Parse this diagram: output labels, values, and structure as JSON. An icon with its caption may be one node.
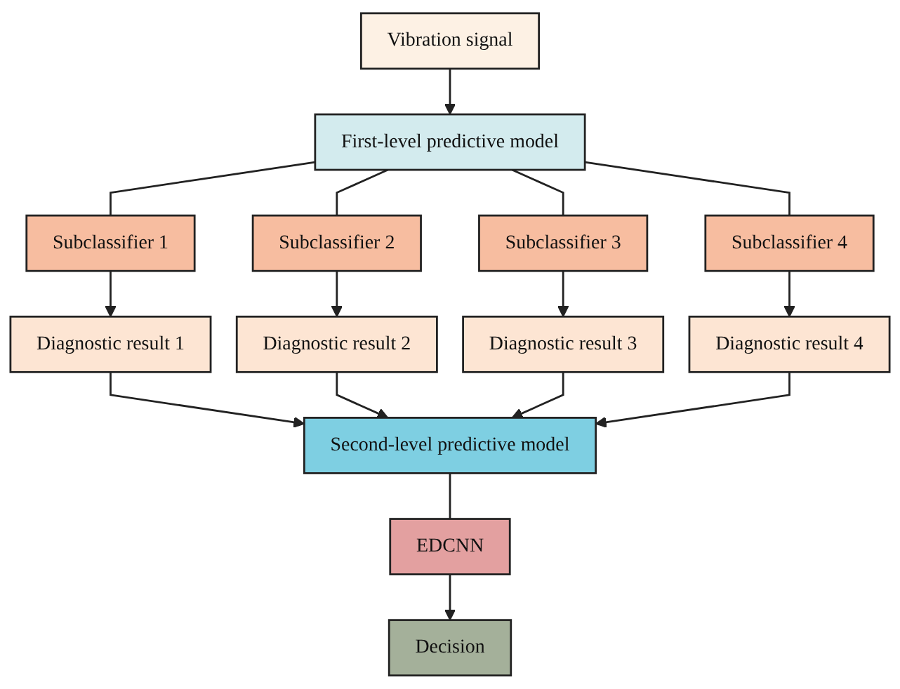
{
  "diagram": {
    "nodes": [
      {
        "text": [
          "Vibration signal"
        ]
      },
      {
        "text": [
          "First-level predictive model"
        ]
      },
      {
        "text": [
          "Subclassifier 1"
        ]
      },
      {
        "text": [
          "Subclassifier 2"
        ]
      },
      {
        "text": [
          "Subclassifier 3"
        ]
      },
      {
        "text": [
          "Subclassifier 4"
        ]
      },
      {
        "text": [
          "Diagnostic result 1"
        ]
      },
      {
        "text": [
          "Diagnostic result 2"
        ]
      },
      {
        "text": [
          "Diagnostic result 3"
        ]
      },
      {
        "text": [
          "Diagnostic result 4"
        ]
      },
      {
        "text": [
          "Second-level predictive model"
        ]
      },
      {
        "text": [
          "EDCNN"
        ]
      },
      {
        "text": [
          "Decision"
        ]
      }
    ],
    "edges": [
      {
        "from": 0,
        "to": 1,
        "arrow": "to"
      },
      {
        "from": 1,
        "to": 2,
        "arrow": "none"
      },
      {
        "from": 1,
        "to": 3,
        "arrow": "none"
      },
      {
        "from": 1,
        "to": 4,
        "arrow": "none"
      },
      {
        "from": 1,
        "to": 5,
        "arrow": "none"
      },
      {
        "from": 2,
        "to": 6,
        "arrow": "to"
      },
      {
        "from": 3,
        "to": 7,
        "arrow": "to"
      },
      {
        "from": 4,
        "to": 8,
        "arrow": "to"
      },
      {
        "from": 5,
        "to": 9,
        "arrow": "to"
      },
      {
        "from": 6,
        "to": 10,
        "arrow": "to"
      },
      {
        "from": 7,
        "to": 10,
        "arrow": "to"
      },
      {
        "from": 8,
        "to": 10,
        "arrow": "to"
      },
      {
        "from": 9,
        "to": 10,
        "arrow": "to"
      },
      {
        "from": 10,
        "to": 11,
        "arrow": "none"
      },
      {
        "from": 11,
        "to": 12,
        "arrow": "to"
      }
    ]
  }
}
